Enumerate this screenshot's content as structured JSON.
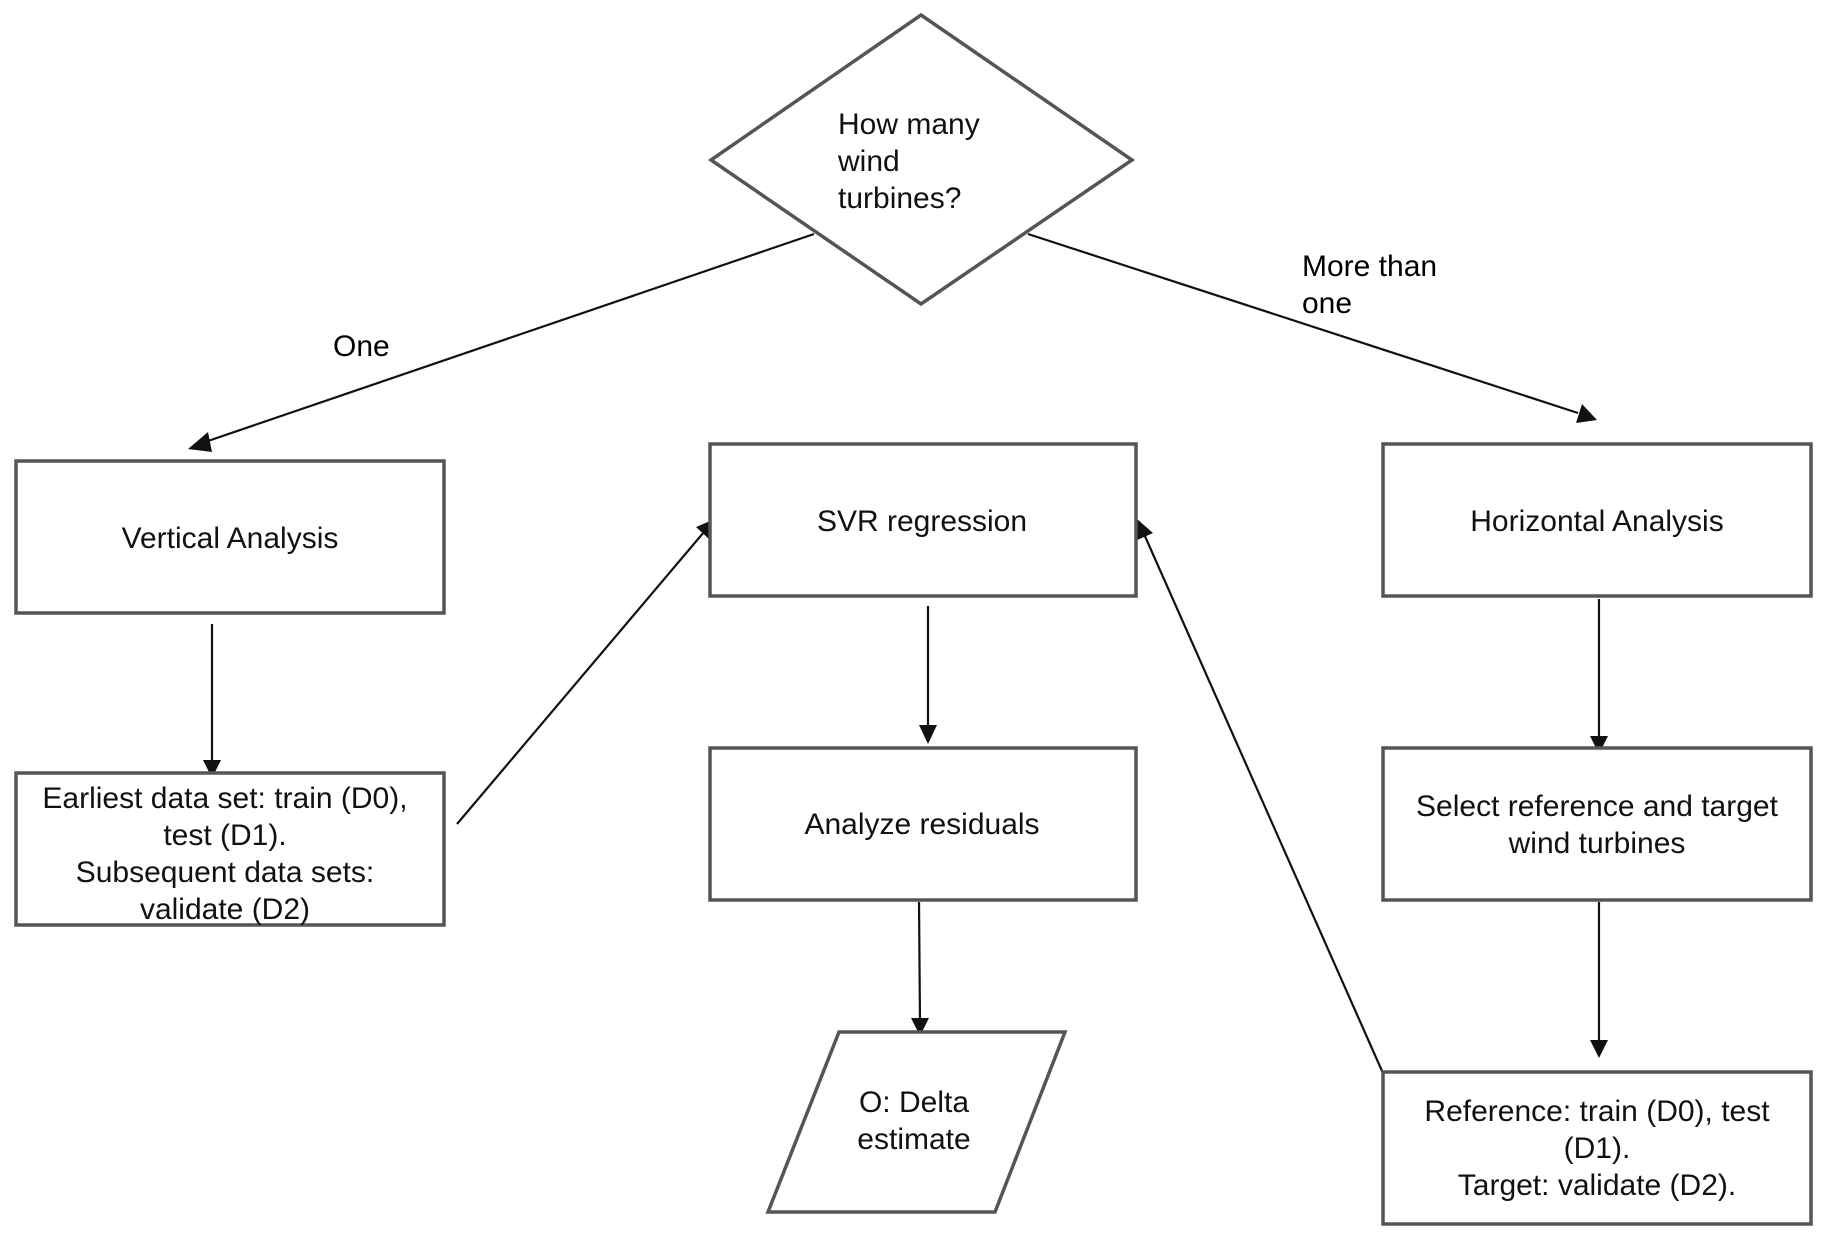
{
  "nodes": {
    "decision": {
      "lines": [
        "How many",
        "wind",
        "turbines?"
      ]
    },
    "vertical_analysis": {
      "lines": [
        "Vertical Analysis"
      ]
    },
    "svr_regression": {
      "lines": [
        "SVR regression"
      ]
    },
    "horizontal_analysis": {
      "lines": [
        "Horizontal Analysis"
      ]
    },
    "earliest_data": {
      "lines": [
        "Earliest data set: train (D0),",
        "test (D1).",
        "Subsequent data sets:",
        "validate (D2)"
      ]
    },
    "analyze_residuals": {
      "lines": [
        "Analyze residuals"
      ]
    },
    "select_turbines": {
      "lines": [
        "Select reference and target",
        "wind turbines"
      ]
    },
    "output": {
      "lines": [
        "O: Delta",
        "estimate"
      ]
    },
    "reference_target": {
      "lines": [
        "Reference: train (D0), test",
        "(D1).",
        "Target: validate (D2)."
      ]
    }
  },
  "edge_labels": {
    "one": [
      "One"
    ],
    "more_than_one": [
      "More than",
      "one"
    ]
  },
  "colors": {
    "shape_stroke": "#555555",
    "edge_stroke": "#111111",
    "background": "#ffffff"
  }
}
